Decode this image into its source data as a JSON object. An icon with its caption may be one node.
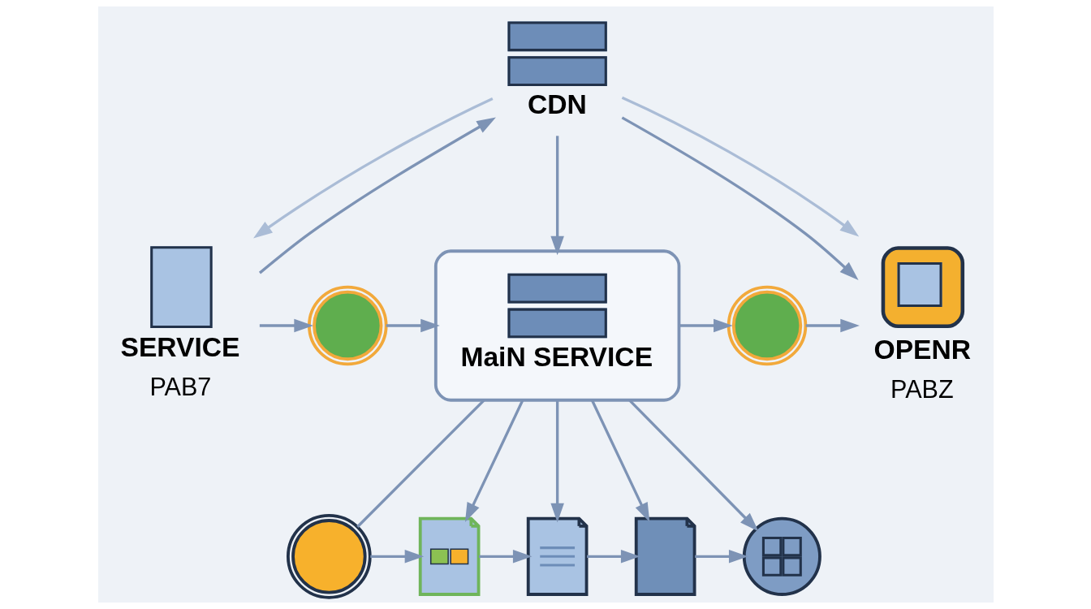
{
  "diagram": {
    "nodes": [
      {
        "text": [
          "CDN"
        ]
      },
      {
        "text": [
          "SERVICE",
          "PAB7"
        ]
      },
      {
        "text": [],
        "shape": "picture"
      },
      {
        "text": [
          "MaiN SERVICE"
        ]
      },
      {
        "text": [],
        "shape": "picture"
      },
      {
        "text": [
          "OPENR",
          "PABZ"
        ]
      },
      {
        "text": [],
        "shape": "picture"
      },
      {
        "text": [],
        "shape": "picture"
      },
      {
        "text": [],
        "shape": "picture"
      },
      {
        "text": [],
        "shape": "picture"
      },
      {
        "text": [],
        "shape": "picture"
      }
    ],
    "edges": [
      {
        "from": 1,
        "to": 0,
        "arrow": "to"
      },
      {
        "from": 0,
        "to": 1,
        "arrow": "to",
        "color": "#aabcd6"
      },
      {
        "from": 0,
        "to": 3,
        "arrow": "to"
      },
      {
        "from": 0,
        "to": 5,
        "arrow": "to"
      },
      {
        "from": 0,
        "to": 5,
        "arrow": "to",
        "color": "#aabcd6"
      },
      {
        "from": 1,
        "to": 2,
        "arrow": "to"
      },
      {
        "from": 2,
        "to": 3,
        "arrow": "to"
      },
      {
        "from": 3,
        "to": 4,
        "arrow": "to"
      },
      {
        "from": 4,
        "to": 5,
        "arrow": "to"
      },
      {
        "from": 3,
        "to": 6,
        "arrow": "none"
      },
      {
        "from": 3,
        "to": 7,
        "arrow": "to"
      },
      {
        "from": 3,
        "to": 8,
        "arrow": "to"
      },
      {
        "from": 3,
        "to": 9,
        "arrow": "to"
      },
      {
        "from": 3,
        "to": 10,
        "arrow": "to"
      },
      {
        "from": 6,
        "to": 7,
        "arrow": "to"
      },
      {
        "from": 7,
        "to": 8,
        "arrow": "to"
      },
      {
        "from": 8,
        "to": 9,
        "arrow": "to"
      },
      {
        "from": 9,
        "to": 10,
        "arrow": "to"
      }
    ]
  }
}
